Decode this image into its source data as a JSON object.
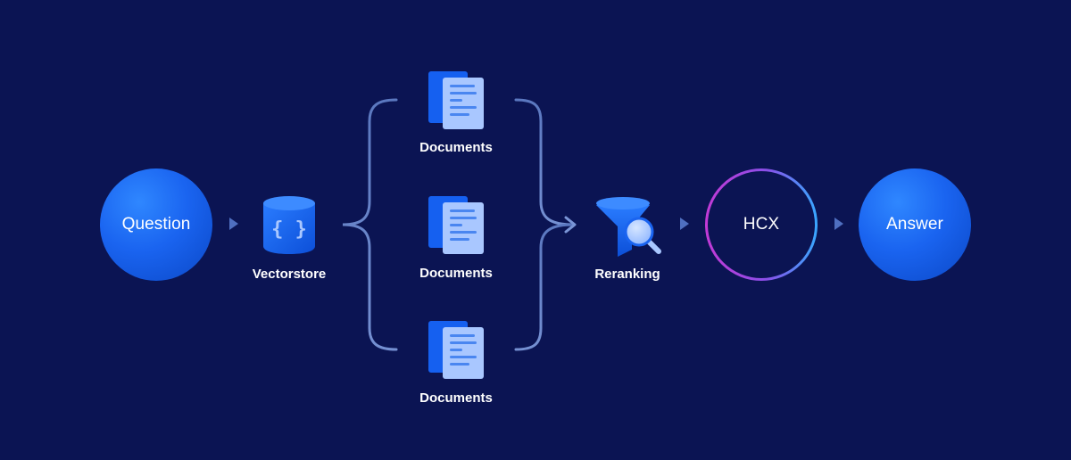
{
  "nodes": {
    "question": "Question",
    "vectorstore": "Vectorstore",
    "documents": [
      "Documents",
      "Documents",
      "Documents"
    ],
    "reranking": "Reranking",
    "hcx": "HCX",
    "answer": "Answer"
  },
  "colors": {
    "background": "#0b1453",
    "node_blue": "#1a64f0",
    "doc_back": "#1560f0",
    "doc_front": "#a9c7ff",
    "connector": "#6a86c8",
    "hcx_ring_start": "#c23ad6",
    "hcx_ring_end": "#3aa6ff"
  },
  "icons": [
    "database-icon",
    "document-icon",
    "funnel-search-icon"
  ]
}
